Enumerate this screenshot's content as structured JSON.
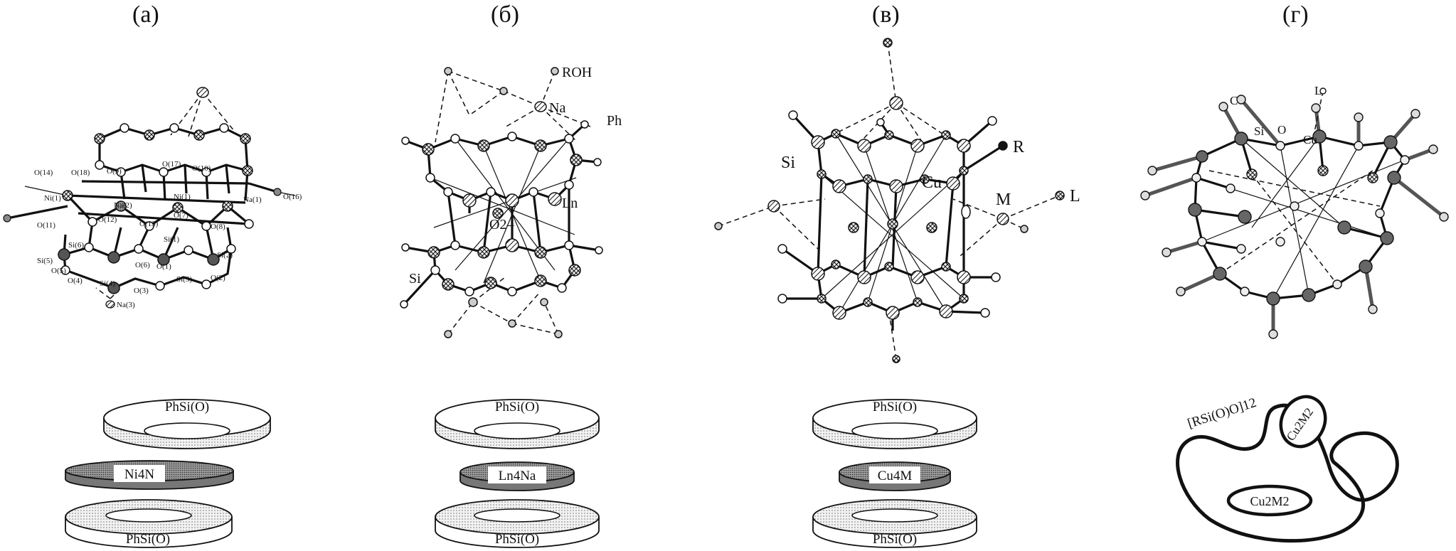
{
  "panels": [
    {
      "label": "(а)",
      "structure": {
        "atoms": [
          "O(14)",
          "O(18)",
          "O(9)",
          "O(17)",
          "O(10)",
          "Ni(1)",
          "Na(2)",
          "Ni(1)",
          "Na(1)",
          "O(16)",
          "O(11)",
          "O(12)",
          "O(13)",
          "O(7)",
          "O(8)",
          "Si(6)",
          "Si(1)",
          "Si(2)",
          "Si(5)",
          "O(5)",
          "O(6)",
          "O(1)",
          "O(4)",
          "Si(4)",
          "Si(3)",
          "O(2)",
          "O(3)",
          "Na(3)"
        ]
      },
      "scheme": {
        "top_disk": "PhSi(O)",
        "middle_disk": "Ni4N",
        "bottom_disk": "PhSi(O)"
      }
    },
    {
      "label": "(б)",
      "structure": {
        "atoms": [
          "ROH",
          "Na",
          "Ph",
          "Ln",
          "O2–",
          "Si"
        ]
      },
      "scheme": {
        "top_disk": "PhSi(O)",
        "middle_disk": "Ln4Na",
        "bottom_disk": "PhSi(O)"
      }
    },
    {
      "label": "(в)",
      "structure": {
        "atoms": [
          "R",
          "Si",
          "Cu",
          "M",
          "L"
        ]
      },
      "scheme": {
        "top_disk": "PhSi(O)",
        "middle_disk": "Cu4M",
        "bottom_disk": "PhSi(O)"
      }
    },
    {
      "label": "(г)",
      "structure": {
        "atoms": [
          "C",
          "L",
          "Si",
          "O",
          "Cu"
        ]
      },
      "scheme": {
        "outer_label": "[RSi(O)O]12",
        "inner_top": "Cu2M2",
        "inner_bottom": "Cu2M2"
      }
    }
  ],
  "colors": {
    "ink": "#111111",
    "light_fill": "#e6e6e6",
    "dark_fill": "#8a8a8a",
    "background": "#ffffff"
  }
}
